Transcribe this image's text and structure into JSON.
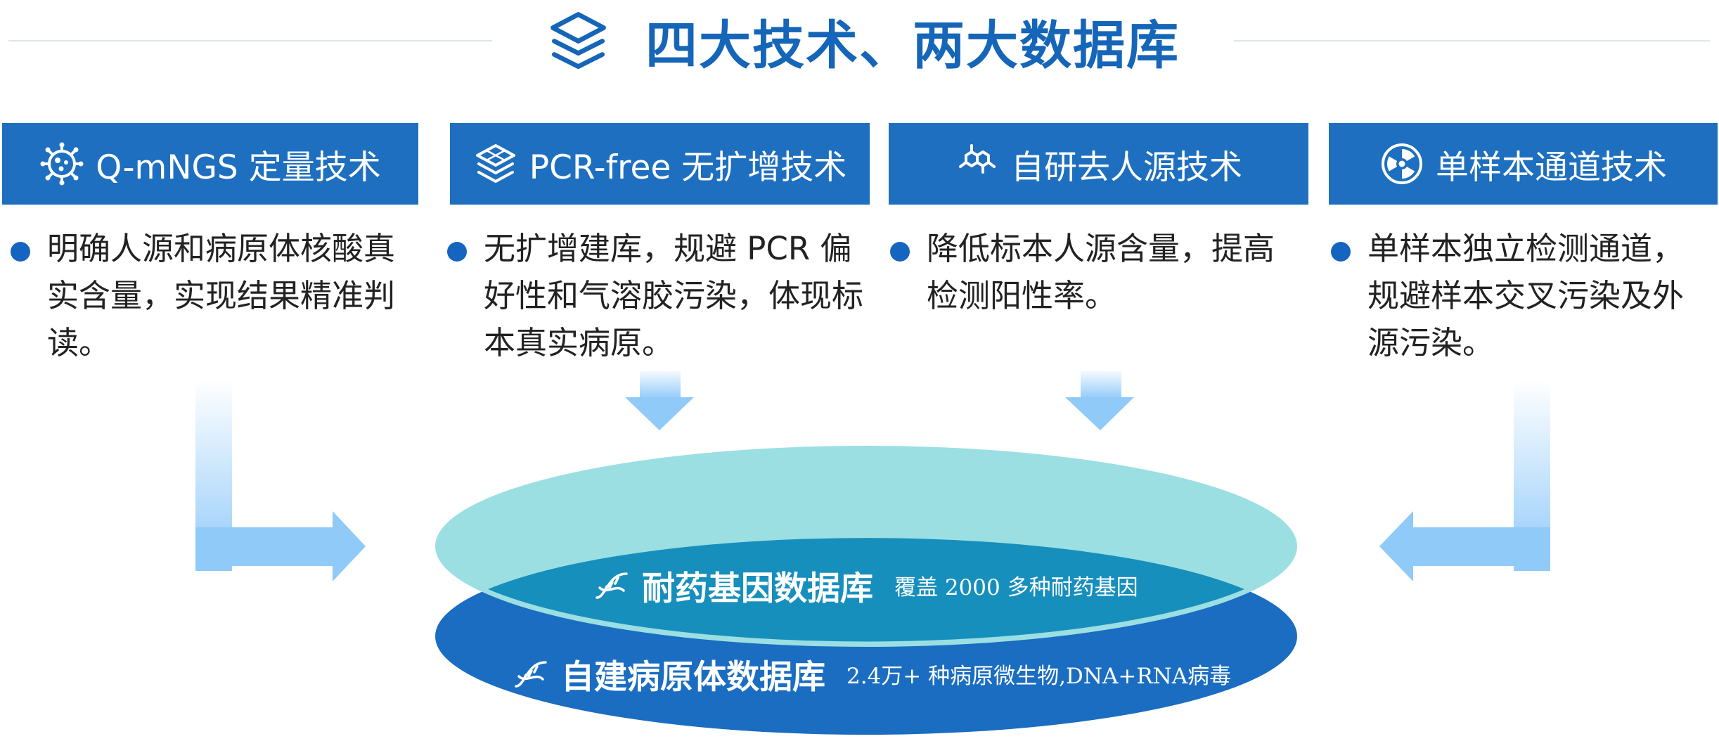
{
  "title": "四大技术、两大数据库",
  "techniques": [
    {
      "icon": "virus-icon",
      "label": "Q-mNGS 定量技术",
      "description": "明确人源和病原体核酸真实含量，实现结果精准判读。"
    },
    {
      "icon": "stack-layers-icon",
      "label": "PCR-free 无扩增技术",
      "description": "无扩增建库，规避 PCR 偏好性和气溶胶污染，体现标本真实病原。"
    },
    {
      "icon": "molecule-icon",
      "label": "自研去人源技术",
      "description": "降低标本人源含量，提高检测阳性率。"
    },
    {
      "icon": "radiation-icon",
      "label": "单样本通道技术",
      "description": "单样本独立检测通道，规避样本交叉污染及外源污染。"
    }
  ],
  "databases": [
    {
      "name": "耐药基因数据库",
      "note": "覆盖 2000 多种耐药基因",
      "icon": "dna-icon"
    },
    {
      "name": "自建病原体数据库",
      "note": "2.4万+ 种病原微生物,DNA+RNA病毒",
      "icon": "dna-icon"
    }
  ],
  "colors": {
    "title": "#1565b8",
    "banner": "#1e6fc0",
    "bullet": "#1565c0",
    "arrow": "#90caf9",
    "ellipse_top": "#9bdfe3",
    "ellipse_bottom": "#1a6dc0"
  }
}
